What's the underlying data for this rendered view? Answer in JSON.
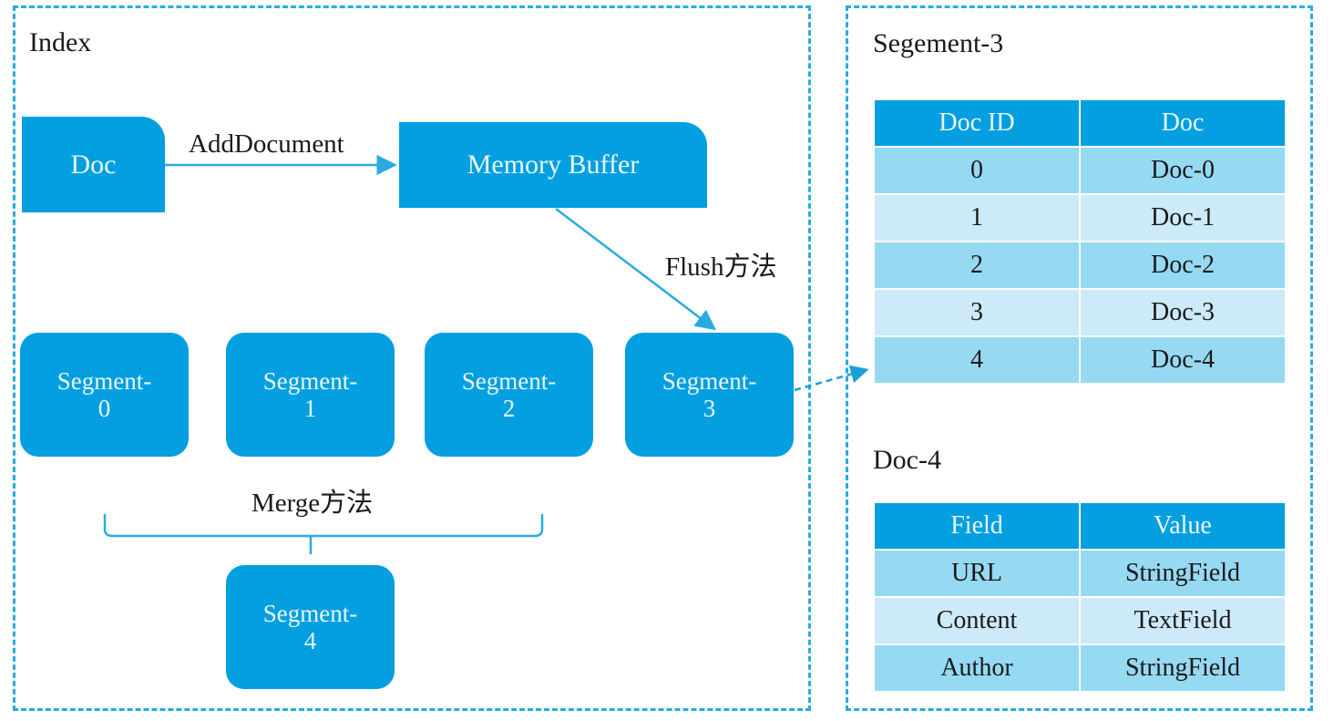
{
  "panels": {
    "index": {
      "title": "Index"
    },
    "detail": {
      "segment_title": "Segement-3",
      "doc_title": "Doc-4"
    }
  },
  "nodes": {
    "doc": "Doc",
    "memory_buffer": "Memory Buffer",
    "segment_0_line1": "Segment-",
    "segment_0_line2": "0",
    "segment_1_line1": "Segment-",
    "segment_1_line2": "1",
    "segment_2_line1": "Segment-",
    "segment_2_line2": "2",
    "segment_3_line1": "Segment-",
    "segment_3_line2": "3",
    "segment_4_line1": "Segment-",
    "segment_4_line2": "4"
  },
  "edges": {
    "add_document": "AddDocument",
    "flush": "Flush方法",
    "merge": "Merge方法"
  },
  "tables": {
    "segment": {
      "columns": [
        "Doc ID",
        "Doc"
      ],
      "rows": [
        [
          "0",
          "Doc-0"
        ],
        [
          "1",
          "Doc-1"
        ],
        [
          "2",
          "Doc-2"
        ],
        [
          "3",
          "Doc-3"
        ],
        [
          "4",
          "Doc-4"
        ]
      ]
    },
    "doc": {
      "columns": [
        "Field",
        "Value"
      ],
      "rows": [
        [
          "URL",
          "StringField"
        ],
        [
          "Content",
          "TextField"
        ],
        [
          "Author",
          "StringField"
        ]
      ]
    }
  },
  "colors": {
    "accent": "#039FE0",
    "panel_border": "#29ABE2",
    "row_odd": "#96D9F2",
    "row_even": "#CCEAF8",
    "connector": "#29ABE2",
    "text_dark": "#1a1a1a",
    "text_light": "#E9F8FF"
  }
}
